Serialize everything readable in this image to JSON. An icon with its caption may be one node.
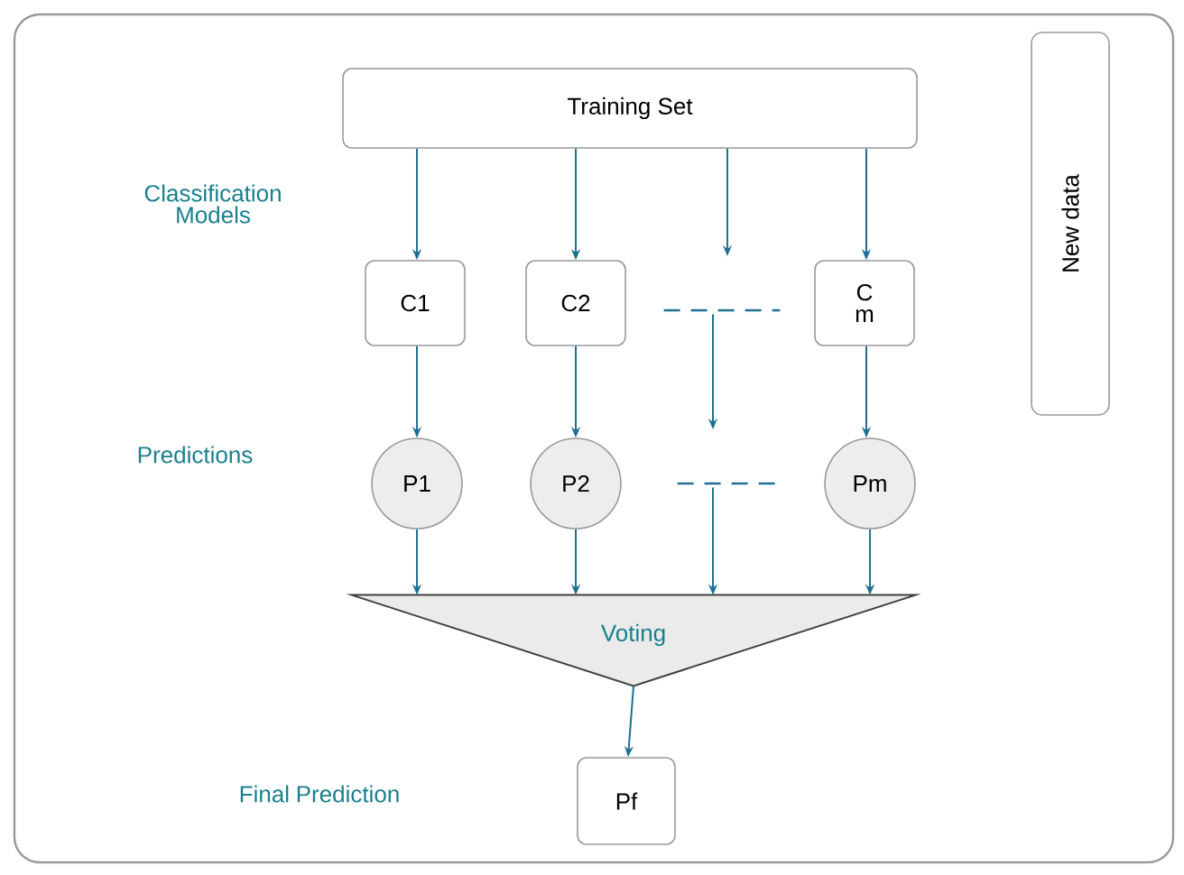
{
  "diagram": {
    "nodes": [
      {
        "text": [
          "Training Set"
        ]
      },
      {
        "text": [
          "C1"
        ]
      },
      {
        "text": [
          "C2"
        ]
      },
      {
        "text": [],
        "shape": "dashes"
      },
      {
        "text": [
          "C m"
        ]
      },
      {
        "text": [
          "P1"
        ]
      },
      {
        "text": [
          "P2"
        ]
      },
      {
        "text": [],
        "shape": "dashes"
      },
      {
        "text": [
          "Pm"
        ]
      },
      {
        "text": [
          "Voting"
        ]
      },
      {
        "text": [
          "Pf"
        ]
      },
      {
        "text": [
          "New data"
        ]
      }
    ],
    "edges": [
      {
        "from": 0,
        "to": 1,
        "arrow": "to"
      },
      {
        "from": 0,
        "to": 2,
        "arrow": "to"
      },
      {
        "from": 0,
        "to": null,
        "arrow": "to"
      },
      {
        "from": 0,
        "to": 4,
        "arrow": "to"
      },
      {
        "from": 1,
        "to": 5,
        "arrow": "to"
      },
      {
        "from": 2,
        "to": 6,
        "arrow": "to"
      },
      {
        "from": 3,
        "to": null,
        "arrow": "to"
      },
      {
        "from": 4,
        "to": 8,
        "arrow": "to"
      },
      {
        "from": 5,
        "to": 9,
        "arrow": "to"
      },
      {
        "from": 6,
        "to": 9,
        "arrow": "to"
      },
      {
        "from": 7,
        "to": 9,
        "arrow": "to"
      },
      {
        "from": 8,
        "to": 9,
        "arrow": "to"
      },
      {
        "from": 9,
        "to": 10,
        "arrow": "to"
      }
    ],
    "labels": [
      "Classification Models",
      "Predictions",
      "Final Prediction"
    ]
  }
}
